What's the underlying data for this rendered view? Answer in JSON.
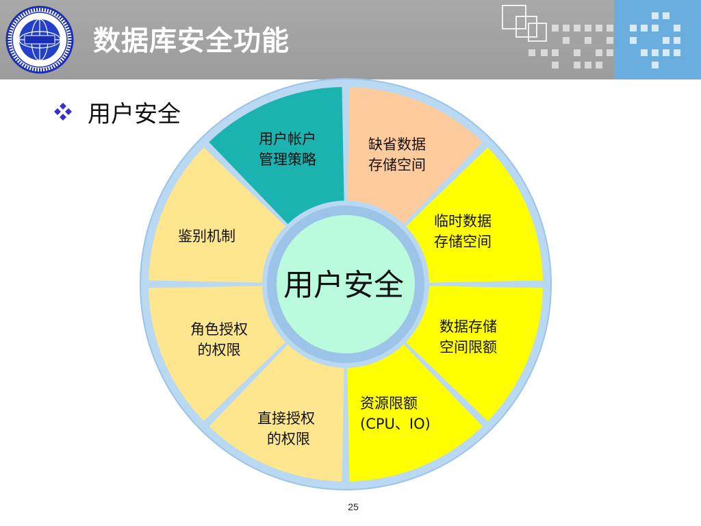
{
  "header": {
    "title": "数据库安全功能",
    "logo_icon": "cnitsec-seal-icon",
    "accent_color": "#6aaee0",
    "bar_color": "#a9a9a9"
  },
  "bullet": {
    "icon": "four-diamond-bullet-icon",
    "text": "用户安全"
  },
  "diagram": {
    "center": "用户安全",
    "segments": [
      {
        "label": "用户帐户\n管理策略",
        "color": "#fecb9c"
      },
      {
        "label": "缺省数据\n存储空间",
        "color": "#ffff00"
      },
      {
        "label": "临时数据\n存储空间",
        "color": "#ffff00"
      },
      {
        "label": "数据存储\n空间限额",
        "color": "#ffff00"
      },
      {
        "label": "资源限额\n(CPU、IO)",
        "color": "#fde68e"
      },
      {
        "label": "直接授权\n 的权限",
        "color": "#fde68e"
      },
      {
        "label": "角色授权\n的权限",
        "color": "#fde68e"
      },
      {
        "label": "鉴别机制",
        "color": "#1ab3b0"
      }
    ],
    "ring_color": "#b9d8f2",
    "center_color": "#b9fbdc"
  },
  "footer": {
    "page_number": "25"
  }
}
